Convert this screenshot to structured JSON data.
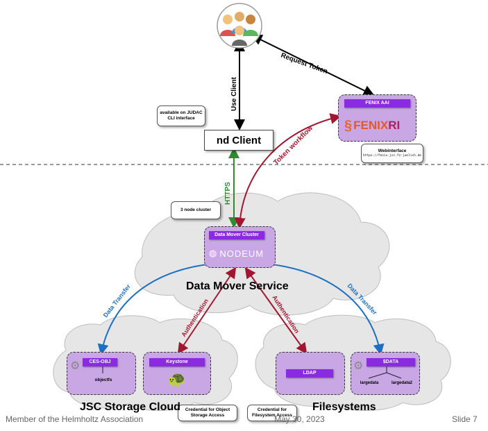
{
  "user_group": {
    "icon": "user-group-icon"
  },
  "client": {
    "label": "nd Client",
    "note": "available on JUDAC CLI interface"
  },
  "arrows": {
    "use_client": "Use Client",
    "request_token": "Request Token",
    "token_workflow": "Token workflow",
    "https": "HTTPS",
    "data_transfer_left": "Data Transfer",
    "data_transfer_right": "Data Transfer",
    "authentication_left": "Authentication",
    "authentication_right": "Authentication"
  },
  "fenix": {
    "header": "FENIX AAI",
    "logo_main": "FENIX",
    "logo_suffix": "RI",
    "note_title": "Webinterface",
    "note_url": "https://fenix.jsc.fz-juelich.de"
  },
  "data_mover": {
    "header": "Data Mover Cluster",
    "logo": "NODEUM",
    "note": "3 node cluster",
    "service_label": "Data Mover Service"
  },
  "ces_obj": {
    "header": "CES-OBJ",
    "store": "objectfs"
  },
  "keystone": {
    "header": "Keystone",
    "note": "Credential for Object Storage Access"
  },
  "ldap": {
    "header": "LDAP",
    "note": "Credential for Filesystem Access"
  },
  "sdata": {
    "header": "$DATA",
    "store_left": "largedata",
    "store_right": "largedata2"
  },
  "clouds": {
    "jsc": "JSC Storage Cloud",
    "filesystems": "Filesystems"
  },
  "footer": {
    "left": "Member of the Helmholtz Association",
    "center": "May 30, 2023",
    "right": "Slide 7"
  },
  "colors": {
    "purple_box": "#c8a7e4",
    "purple_header": "#8a2be2",
    "arrow_black": "#000000",
    "arrow_green": "#2e8b2e",
    "arrow_red": "#a01830",
    "arrow_blue": "#1f6fc0",
    "cloud": "#e6e6e6"
  }
}
